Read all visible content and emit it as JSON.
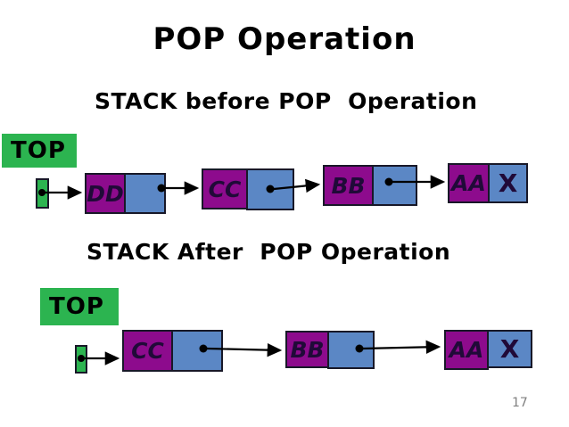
{
  "slide": {
    "title": "POP Operation",
    "page_number": "17",
    "colors": {
      "green": "#2cb450",
      "purple": "#8d0b8d",
      "blue": "#5b87c5",
      "border": "#181828",
      "node_text": "#200a38",
      "page_gray": "#808080"
    },
    "before": {
      "heading": "STACK before POP  Operation",
      "top_label": "TOP",
      "nodes": [
        {
          "data": "DD",
          "next": ""
        },
        {
          "data": "CC",
          "next": ""
        },
        {
          "data": "BB",
          "next": ""
        },
        {
          "data": "AA",
          "next": "X"
        }
      ]
    },
    "after": {
      "heading": "STACK After  POP Operation",
      "top_label": "TOP",
      "nodes": [
        {
          "data": "CC",
          "next": ""
        },
        {
          "data": "BB",
          "next": ""
        },
        {
          "data": "AA",
          "next": "X"
        }
      ]
    }
  }
}
